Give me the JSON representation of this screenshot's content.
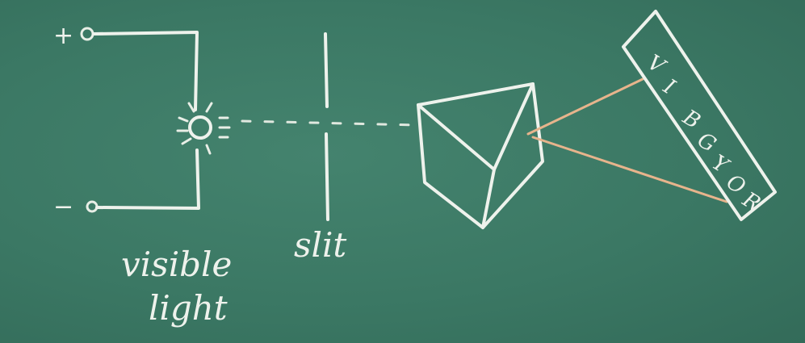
{
  "terminals": {
    "positive": "+",
    "negative": "−"
  },
  "labels": {
    "source_line1": "visible",
    "source_line2": "light",
    "slit": "slit"
  },
  "spectrum": {
    "letters": [
      "V",
      "I",
      "B",
      "G",
      "Y",
      "O",
      "R"
    ]
  },
  "colors": {
    "board": "#3d7a66",
    "chalk": "#eef2ec",
    "ray": "#e7b48c"
  }
}
